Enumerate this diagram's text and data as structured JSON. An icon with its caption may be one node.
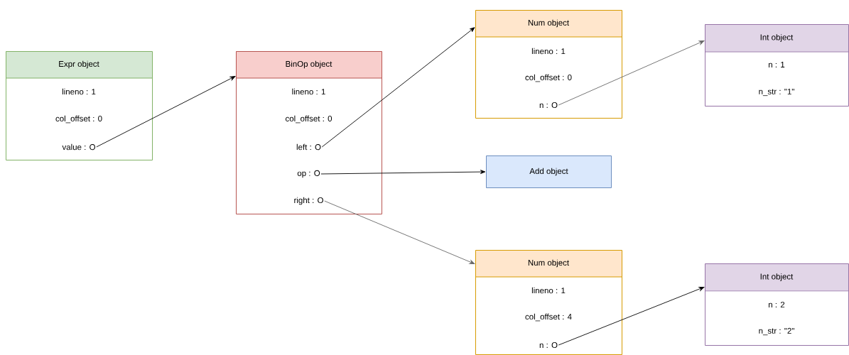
{
  "diagram": {
    "nodes": [
      {
        "text": [
          "Expr object"
        ]
      },
      {
        "text": [
          "lineno : 1"
        ],
        "in": 0
      },
      {
        "text": [
          "col_offset : 0"
        ],
        "in": 0
      },
      {
        "text": [
          "value : O"
        ],
        "in": 0
      },
      {
        "text": [
          "BinOp object"
        ]
      },
      {
        "text": [
          "lineno : 1"
        ],
        "in": 4
      },
      {
        "text": [
          "col_offset : 0"
        ],
        "in": 4
      },
      {
        "text": [
          "left : O"
        ],
        "in": 4
      },
      {
        "text": [
          "op : O"
        ],
        "in": 4
      },
      {
        "text": [
          "right : O"
        ],
        "in": 4
      },
      {
        "text": [
          "Num object"
        ]
      },
      {
        "text": [
          "lineno : 1"
        ],
        "in": 10
      },
      {
        "text": [
          "col_offset : 0"
        ],
        "in": 10
      },
      {
        "text": [
          "n : O"
        ],
        "in": 10
      },
      {
        "text": [
          "Int object"
        ]
      },
      {
        "text": [
          "n : 1"
        ],
        "in": 14
      },
      {
        "text": [
          "n_str : \"1\""
        ],
        "in": 14
      },
      {
        "text": [
          "Add object"
        ]
      },
      {
        "text": [
          "Num object"
        ]
      },
      {
        "text": [
          "lineno : 1"
        ],
        "in": 18
      },
      {
        "text": [
          "col_offset : 4"
        ],
        "in": 18
      },
      {
        "text": [
          "n : O"
        ],
        "in": 18
      },
      {
        "text": [
          "Int object"
        ]
      },
      {
        "text": [
          "n : 2"
        ],
        "in": 22
      },
      {
        "text": [
          "n_str : \"2\""
        ],
        "in": 22
      }
    ],
    "edges": [
      {
        "from": 3,
        "to": 4,
        "arrow": "to"
      },
      {
        "from": 7,
        "to": 10,
        "arrow": "to"
      },
      {
        "from": 8,
        "to": 17,
        "arrow": "to"
      },
      {
        "from": 9,
        "to": 18,
        "arrow": "to",
        "color": "#666666"
      },
      {
        "from": 13,
        "to": 14,
        "arrow": "to",
        "color": "#666666"
      },
      {
        "from": 21,
        "to": 22,
        "arrow": "to"
      }
    ]
  }
}
